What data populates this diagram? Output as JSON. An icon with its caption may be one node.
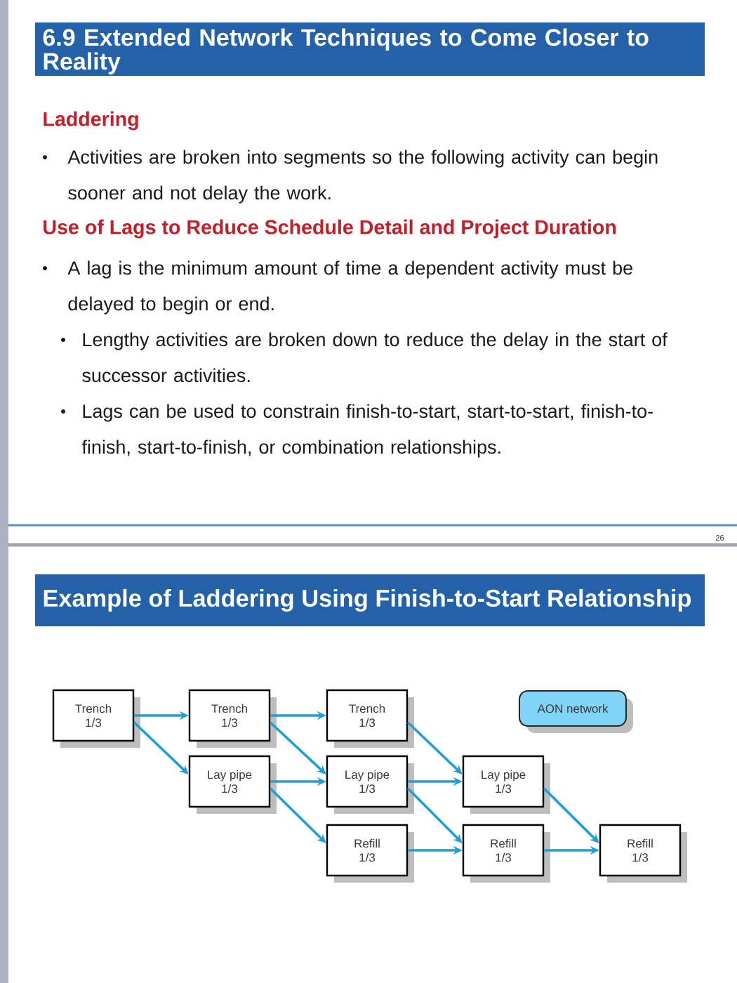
{
  "diagram": {
    "title": "6.9 Extended Network Techniques to Come Closer to Reality",
    "nodes": [
      {
        "text": [
          "Trench",
          "1/3"
        ]
      },
      {
        "text": [
          "Trench",
          "1/3"
        ]
      },
      {
        "text": [
          "Trench",
          "1/3"
        ]
      },
      {
        "text": [
          "AON network"
        ]
      },
      {
        "text": [
          "Lay pipe",
          "1/3"
        ]
      },
      {
        "text": [
          "Lay pipe",
          "1/3"
        ]
      },
      {
        "text": [
          "Lay pipe",
          "1/3"
        ]
      },
      {
        "text": [
          "Refill",
          "1/3"
        ]
      },
      {
        "text": [
          "Refill",
          "1/3"
        ]
      },
      {
        "text": [
          "Refill",
          "1/3"
        ]
      }
    ],
    "edges": [
      {
        "from": 0,
        "to": 1,
        "arrow": "to"
      },
      {
        "from": 0,
        "to": 4,
        "arrow": "to"
      },
      {
        "from": 1,
        "to": 2,
        "arrow": "to"
      },
      {
        "from": 1,
        "to": 5,
        "arrow": "to"
      },
      {
        "from": 4,
        "to": 5,
        "arrow": "to"
      },
      {
        "from": 4,
        "to": 7,
        "arrow": "to"
      },
      {
        "from": 2,
        "to": 6,
        "arrow": "to"
      },
      {
        "from": 5,
        "to": 6,
        "arrow": "to"
      },
      {
        "from": 5,
        "to": 8,
        "arrow": "to"
      },
      {
        "from": 7,
        "to": 8,
        "arrow": "to"
      },
      {
        "from": 6,
        "to": 9,
        "arrow": "to"
      },
      {
        "from": 8,
        "to": 9,
        "arrow": "to"
      }
    ],
    "labels": [
      "Laddering",
      "Activities are broken into segments so the following activity can begin sooner and not delay the work.",
      "Use of Lags to Reduce Schedule Detail and Project Duration",
      "A lag is the minimum amount of time a dependent activity must be delayed to begin or end.",
      "Lengthy activities are broken down to reduce the delay in the start of successor activities.",
      "Lags can be used to constrain finish-to-start, start-to-start, finish-to-finish, start-to-finish, or combination relationships.",
      "26",
      "Example of Laddering Using Finish-to-Start Relationship"
    ]
  }
}
